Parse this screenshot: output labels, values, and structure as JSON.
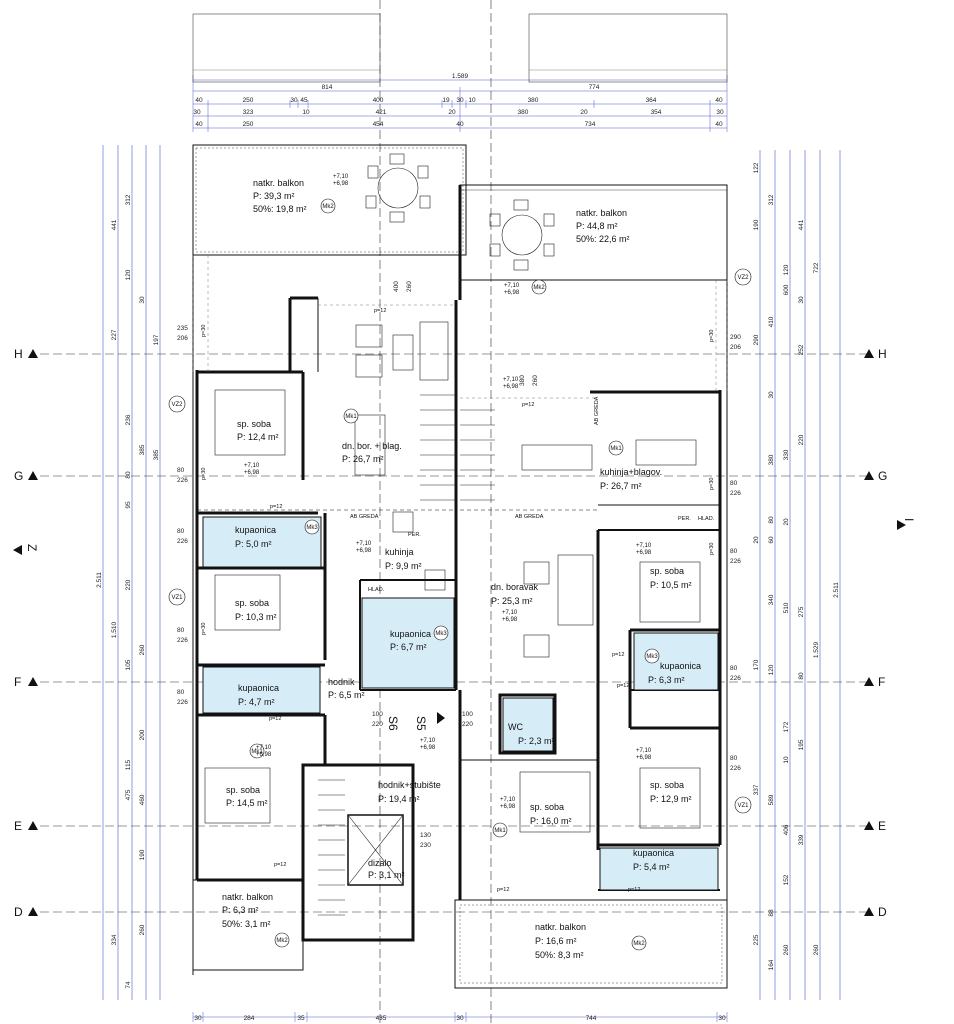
{
  "rooms": [
    {
      "id": "balcony-nw",
      "name": "natkr. balkon",
      "area": "P:   39,3 m²",
      "extra": "50%: 19,8 m²",
      "tag": "Mk2"
    },
    {
      "id": "balcony-ne",
      "name": "natkr. balkon",
      "area": "P:    44,8 m²",
      "extra": "50%: 22,6 m²",
      "tag": "Mk2"
    },
    {
      "id": "bedroom-1",
      "name": "sp. soba",
      "area": "P: 12,4 m²"
    },
    {
      "id": "living-dining",
      "name": "dn. bor. + blag.",
      "area": "P:        26,7 m²",
      "tag": "Mk1"
    },
    {
      "id": "kitchen-dining",
      "name": "kuhinja+blagov.",
      "area": "P:        26,7 m²",
      "tag": "Mk1"
    },
    {
      "id": "bath-1",
      "name": "kupaonica",
      "area": "P:  5,0 m²",
      "tag": "Mk3"
    },
    {
      "id": "kitchen",
      "name": "kuhinja",
      "area": "P: 9,9 m²"
    },
    {
      "id": "bedroom-2",
      "name": "sp. soba",
      "area": "P: 10,3 m²"
    },
    {
      "id": "living",
      "name": "dn. boravak",
      "area": "P:   25,3 m²"
    },
    {
      "id": "bedroom-3",
      "name": "sp. soba",
      "area": "P: 10,5 m²"
    },
    {
      "id": "bath-2",
      "name": "kupaonica",
      "area": "P: 6,7 m²",
      "tag": "Mk3"
    },
    {
      "id": "bath-3",
      "name": "kupaonica",
      "area": "P:   6,3 m²",
      "tag": "Mk3"
    },
    {
      "id": "bath-4",
      "name": "kupaonica",
      "area": "P:    4,7 m²"
    },
    {
      "id": "hall",
      "name": "hodnik",
      "area": "P: 6,5 m²"
    },
    {
      "id": "wc",
      "name": "WC",
      "area": "P: 2,3 m²"
    },
    {
      "id": "stair-hall",
      "name": "hodnik+stubište",
      "area": "P:         19,4 m²"
    },
    {
      "id": "bedroom-4",
      "name": "sp. soba",
      "area": "P: 14,5 m²",
      "tag": "Mk1"
    },
    {
      "id": "bedroom-5",
      "name": "sp. soba",
      "area": "P: 16,0 m²",
      "tag": "Mk1"
    },
    {
      "id": "bedroom-6",
      "name": "sp. soba",
      "area": "P: 12,9 m²"
    },
    {
      "id": "elevator",
      "name": "dizalo",
      "area": "P: 3,1 m²"
    },
    {
      "id": "bath-5",
      "name": "kupaonica",
      "area": "P: 5,4 m²"
    },
    {
      "id": "balcony-sw",
      "name": "natkr. balkon",
      "area": "P:      6,3 m²",
      "extra": "50%: 3,1 m²",
      "tag": "Mk2"
    },
    {
      "id": "balcony-se",
      "name": "natkr. balkon",
      "area": "P:      16,6 m²",
      "extra": "50%: 8,3 m²",
      "tag": "Mk2"
    }
  ],
  "level": {
    "top": "+7,10",
    "bottom": "+6,98"
  },
  "axes": {
    "h": "H",
    "g": "G",
    "f": "F",
    "e": "E",
    "d": "D",
    "z": "Z",
    "i": "I"
  },
  "labels": {
    "ab_greda": "AB GREDA",
    "per": "PER.",
    "hlad": "HLAD.",
    "s5": "S5",
    "s6": "S6",
    "vz1": "VZ1",
    "vz2": "VZ2",
    "p12": "p=12",
    "p30": "p=30"
  },
  "dims_top_row1": {
    "total": "1.589"
  },
  "dims_top_row2": [
    "814",
    "774"
  ],
  "dims_top_row3": [
    "40",
    "250",
    "30",
    "45",
    "400",
    "19",
    "30",
    "10",
    "380",
    "364",
    "40"
  ],
  "dims_top_row4": [
    "30",
    "323",
    "10",
    "421",
    "20",
    "380",
    "20",
    "354",
    "30"
  ],
  "dims_top_row5": [
    "40",
    "250",
    "454",
    "40",
    "734",
    "40"
  ],
  "dims_bottom": [
    "30",
    "284",
    "35",
    "435",
    "30",
    "744",
    "30"
  ],
  "dims_left_total": "2.511",
  "dims_left_sub": "1.510",
  "dims_right_total": "2.511",
  "dims_right_sub": "1.529",
  "dims_left_outer": [
    "441",
    "227",
    "236",
    "385",
    "220",
    "460",
    "475",
    "334"
  ],
  "dims_left_inner": [
    "312",
    "120",
    "30",
    "197",
    "385",
    "80",
    "95",
    "260",
    "105",
    "200",
    "115",
    "190",
    "260",
    "74"
  ],
  "dims_right_outer": [
    "122",
    "441",
    "722",
    "600",
    "410",
    "290",
    "252",
    "380",
    "330",
    "220",
    "510",
    "340",
    "275",
    "589",
    "337",
    "225",
    "260"
  ],
  "dims_right_inner": [
    "312",
    "190",
    "30",
    "30",
    "120",
    "80",
    "20",
    "60",
    "20",
    "80",
    "170",
    "120",
    "195",
    "172",
    "10",
    "339",
    "406",
    "152",
    "88",
    "260",
    "164"
  ],
  "misc": {
    "d235": "235",
    "d206": "206",
    "d290": "290",
    "d206b": "206",
    "d80": "80",
    "d226": "226",
    "d260": "260",
    "d400": "400",
    "d380": "380",
    "d130": "130",
    "d230": "230",
    "d100": "100",
    "d220": "220"
  }
}
